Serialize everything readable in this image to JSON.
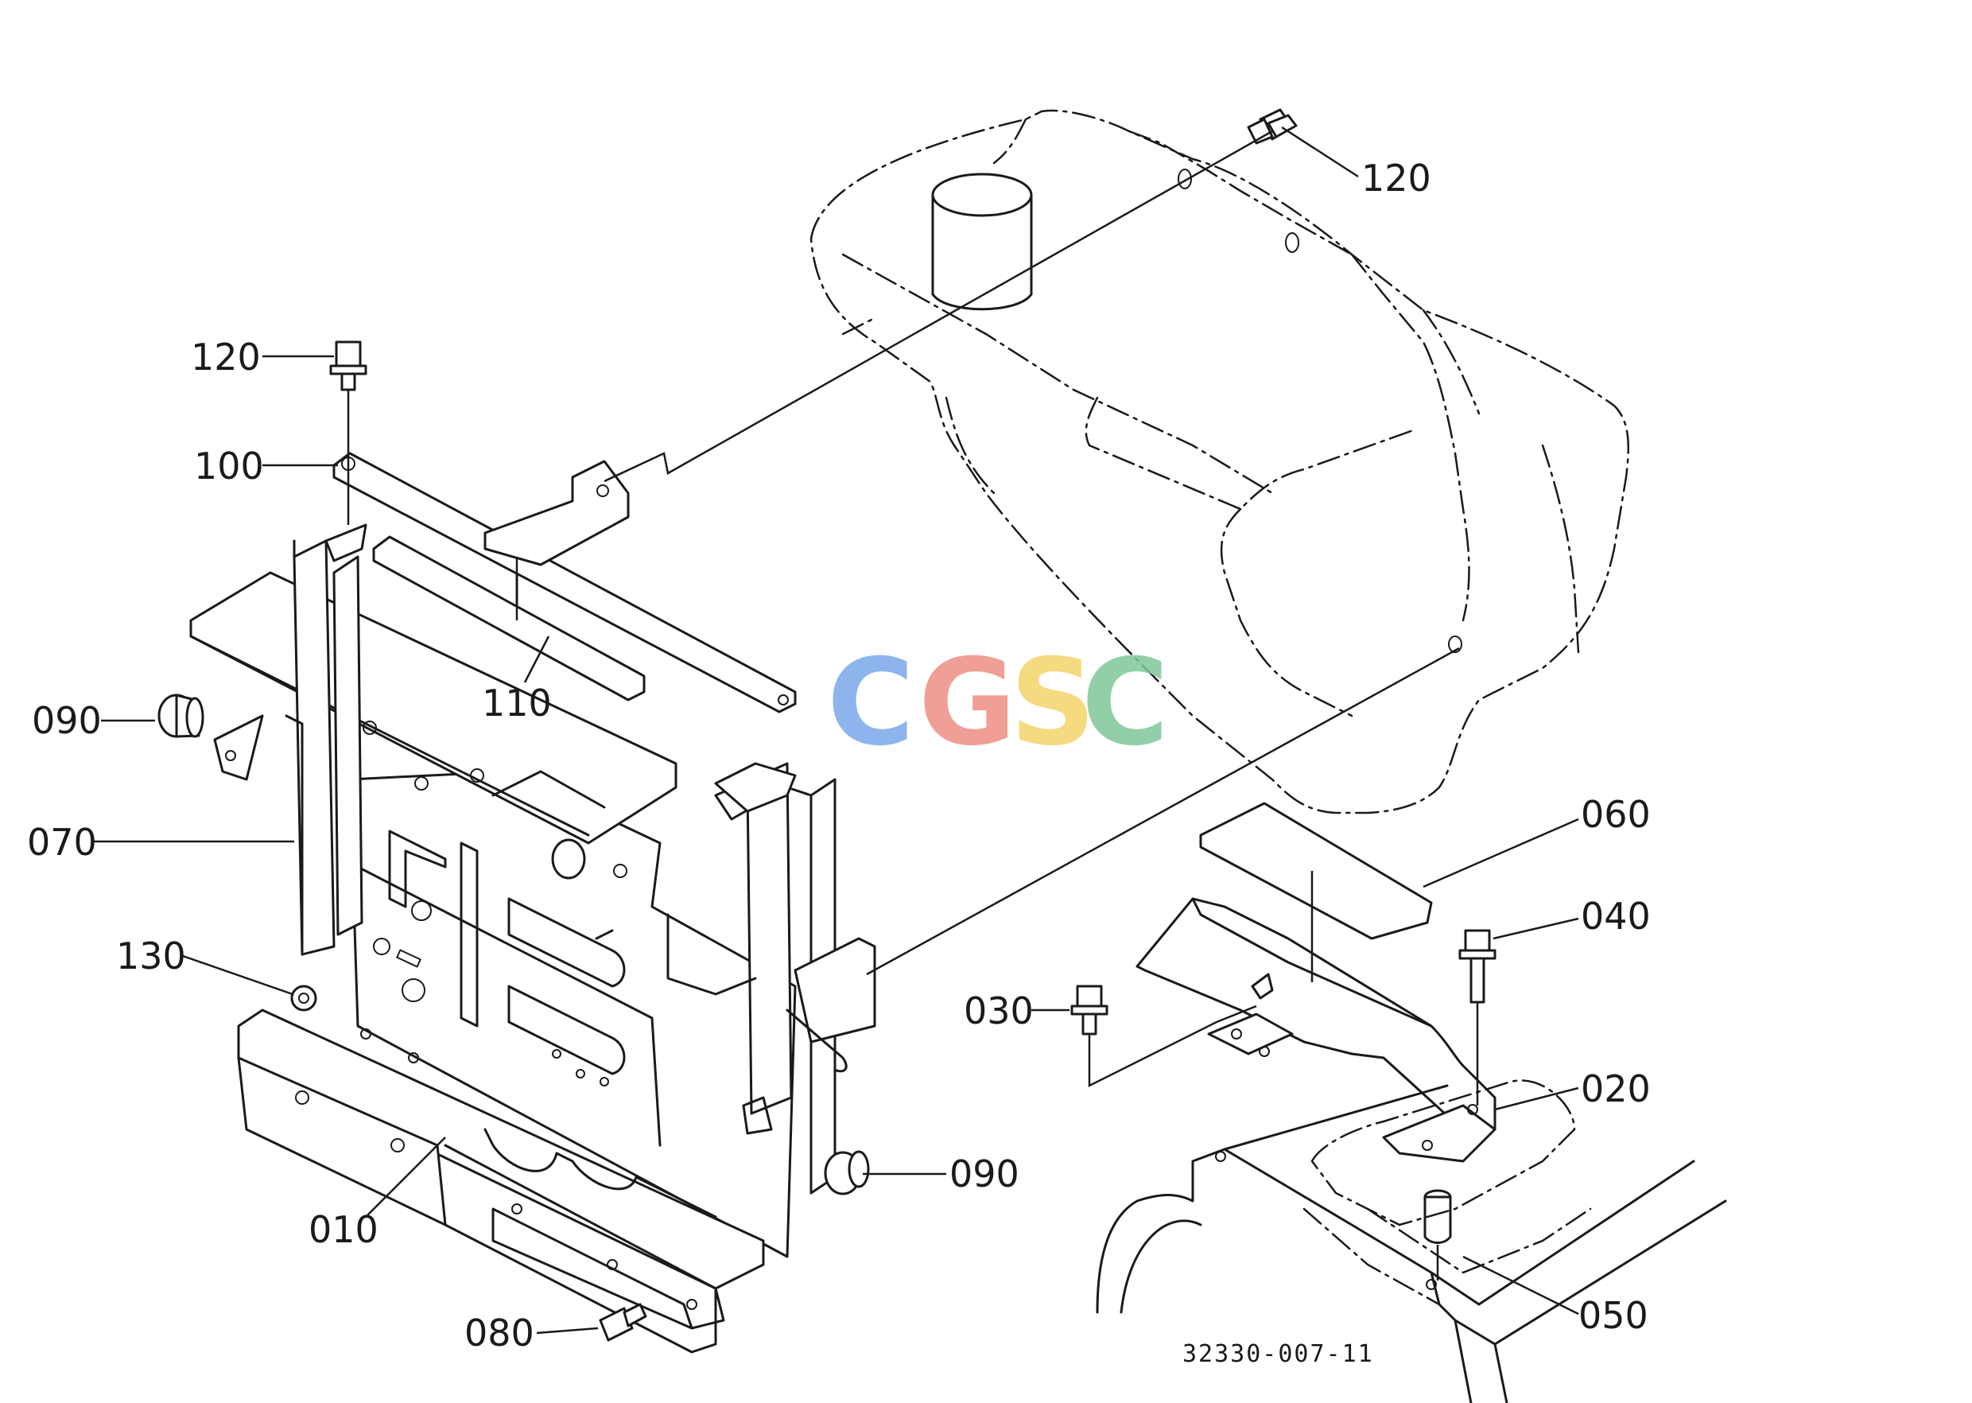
{
  "callouts": [
    {
      "id": "120a",
      "label": "120"
    },
    {
      "id": "120b",
      "label": "120"
    },
    {
      "id": "100",
      "label": "100"
    },
    {
      "id": "110",
      "label": "110"
    },
    {
      "id": "090a",
      "label": "090"
    },
    {
      "id": "070",
      "label": "070"
    },
    {
      "id": "130",
      "label": "130"
    },
    {
      "id": "010",
      "label": "010"
    },
    {
      "id": "080",
      "label": "080"
    },
    {
      "id": "090b",
      "label": "090"
    },
    {
      "id": "060",
      "label": "060"
    },
    {
      "id": "040",
      "label": "040"
    },
    {
      "id": "030",
      "label": "030"
    },
    {
      "id": "020",
      "label": "020"
    },
    {
      "id": "050",
      "label": "050"
    }
  ],
  "reference_number": "32330-007-11",
  "watermark": {
    "letters": [
      "C",
      "G",
      "S",
      "C"
    ],
    "colors": [
      "#7aa7ea",
      "#ee8f86",
      "#f5d46a",
      "#7fc79a"
    ]
  }
}
